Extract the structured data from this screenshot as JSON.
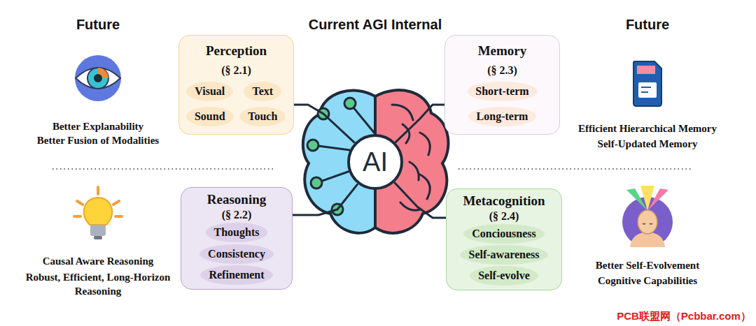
{
  "diagram": {
    "title": "Current AGI Internal",
    "nodes": [
      {
        "text": [
          "Perception",
          "(§ 2.1)"
        ]
      },
      {
        "text": [
          "Visual"
        ],
        "in": 0
      },
      {
        "text": [
          "Text"
        ],
        "in": 0
      },
      {
        "text": [
          "Sound"
        ],
        "in": 0
      },
      {
        "text": [
          "Touch"
        ],
        "in": 0
      },
      {
        "text": [
          "AI"
        ]
      },
      {
        "text": [
          "Memory",
          "(§ 2.3)"
        ]
      },
      {
        "text": [
          "Short-term"
        ],
        "in": 6
      },
      {
        "text": [
          "Long-term"
        ],
        "in": 6
      },
      {
        "text": [
          "Reasoning",
          "(§ 2.2)"
        ]
      },
      {
        "text": [
          "Thoughts"
        ],
        "in": 9
      },
      {
        "text": [
          "Consistency"
        ],
        "in": 9
      },
      {
        "text": [
          "Refinement"
        ],
        "in": 9
      },
      {
        "text": [
          "Metacognition",
          "(§ 2.4)"
        ]
      },
      {
        "text": [
          "Conciousness"
        ],
        "in": 13
      },
      {
        "text": [
          "Self-awareness"
        ],
        "in": 13
      },
      {
        "text": [
          "Self-evolve"
        ],
        "in": 13
      }
    ],
    "edges": [
      {
        "from": 5,
        "to": 0,
        "arrow": "none"
      },
      {
        "from": 5,
        "to": 6,
        "arrow": "none"
      },
      {
        "from": 5,
        "to": 9,
        "arrow": "none"
      },
      {
        "from": 5,
        "to": 13,
        "arrow": "none"
      }
    ],
    "labels": [
      "Future",
      "Future",
      "Better Explanability",
      "Better Fusion of Modalities",
      "Efficient Hierarchical Memory",
      "Self-Updated Memory",
      "Causal Aware Reasoning",
      "Robust, Efficient, Long-Horizon Reasoning",
      "Better Self-Evolvement",
      "Cognitive Capabilities",
      "PCB联盟网（Pcbbar.com）"
    ]
  }
}
